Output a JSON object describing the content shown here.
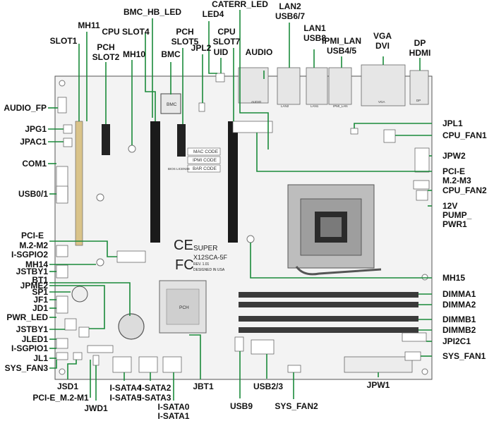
{
  "callouts": {
    "bmc_hb_led": "BMC_HB_LED",
    "led4": "LED4",
    "caterr_led": "CATERR_LED",
    "lan2": "LAN2",
    "usb67": "USB6/7",
    "mh11": "MH11",
    "cpu_slot4": "CPU SLOT4",
    "slot1": "SLOT1",
    "pch": "PCH",
    "slot2": "SLOT2",
    "mh10": "MH10",
    "bmc": "BMC",
    "pch2": "PCH",
    "slot5": "SLOT5",
    "jpl2": "JPL2",
    "cpu2": "CPU",
    "slot7": "SLOT7",
    "uid": "UID",
    "audio": "AUDIO",
    "lan1": "LAN1",
    "usb8": "USB8",
    "ipmi_lan": "IPMI_LAN",
    "usb45": "USB4/5",
    "vga": "VGA",
    "dvi": "DVI",
    "dp": "DP",
    "hdmi": "HDMI",
    "audio_fp": "AUDIO_FP",
    "jpg1": "JPG1",
    "jpac1": "JPAC1",
    "com1": "COM1",
    "usb01": "USB0/1",
    "pcie_m2_m2a": "PCI-E",
    "pcie_m2_m2b": "M.2-M2",
    "isgpio2": "I-SGPIO2",
    "mh14": "MH14",
    "jstby1": "JSTBY1",
    "jpme2": "JPME2",
    "bt1": "BT1",
    "sp1": "SP1",
    "jf1": "JF1",
    "jd1": "JD1",
    "pwr_led": "PWR_LED",
    "jstby1b": "JSTBY1",
    "jled1": "JLED1",
    "isgpio1": "I-SGPIO1",
    "jl1": "JL1",
    "sys_fan3": "SYS_FAN3",
    "jsd1": "JSD1",
    "pcie_m2_m1": "PCI-E_M.2-M1",
    "jwd1": "JWD1",
    "isata4": "I-SATA4",
    "isata5": "I-SATA5",
    "isata2": "I-SATA2",
    "isata3": "I-SATA3",
    "isata0": "I-SATA0",
    "isata1": "I-SATA1",
    "jbt1": "JBT1",
    "usb9": "USB9",
    "usb23": "USB2/3",
    "sys_fan2": "SYS_FAN2",
    "jpw1": "JPW1",
    "jpl1": "JPL1",
    "cpu_fan1": "CPU_FAN1",
    "jpw2": "JPW2",
    "pcie_m2_m3a": "PCI-E",
    "pcie_m2_m3b": "M.2-M3",
    "cpu_fan2": "CPU_FAN2",
    "pwr12a": "12V",
    "pwr12b": "PUMP_",
    "pwr12c": "PWR1",
    "mh15": "MH15",
    "dimma1": "DIMMA1",
    "dimma2": "DIMMA2",
    "dimmb1": "DIMMB1",
    "dimmb2": "DIMMB2",
    "jpi2c1": "JPI2C1",
    "sys_fan1": "SYS_FAN1"
  },
  "board": {
    "bmc_chip": "BMC",
    "pch_chip": "PCH",
    "mac_code": "MAC CODE",
    "ipmi_code": "IPMI CODE",
    "bar_code": "BAR CODE",
    "bios_license": "BIOS LICENSE",
    "brand": "SUPER",
    "model": "X12SCA-5F",
    "rev": "REV. 1.01",
    "designed": "DESIGNED IN USA",
    "ce": "CE",
    "fc": "FC"
  },
  "colors": {
    "leader": "#1a8a3a",
    "board": "#f2f2f2",
    "dimm_dark": "#3a3a3a"
  }
}
